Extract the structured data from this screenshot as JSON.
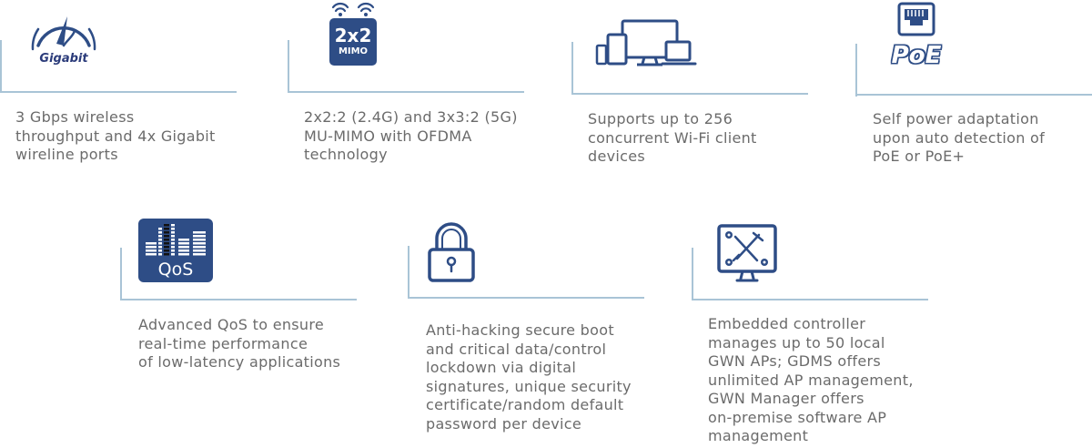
{
  "colors": {
    "icon_blue": "#2e4d86",
    "rule": "#a9c4d6",
    "text": "#6b6b6b",
    "background": "#ffffff"
  },
  "features": [
    {
      "icon": "gigabit-speedometer-icon",
      "icon_label": "Gigabit",
      "lines": [
        "3 Gbps wireless",
        "throughput and 4x Gigabit",
        "wireline ports"
      ]
    },
    {
      "icon": "mimo-wifi-icon",
      "icon_label": "2x2",
      "icon_sublabel": "MIMO",
      "lines": [
        "2x2:2 (2.4G) and 3x3:2 (5G)",
        "MU-MIMO with OFDMA",
        "technology"
      ]
    },
    {
      "icon": "devices-icon",
      "lines": [
        "Supports up to 256",
        "concurrent Wi-Fi client",
        "devices"
      ]
    },
    {
      "icon": "poe-ethernet-icon",
      "icon_label": "PoE",
      "lines": [
        "Self power adaptation",
        "upon auto detection of",
        "PoE or PoE+"
      ]
    },
    {
      "icon": "qos-equalizer-icon",
      "icon_label": "QoS",
      "lines": [
        "Advanced QoS to ensure",
        "real-time performance",
        "of low-latency applications"
      ]
    },
    {
      "icon": "padlock-icon",
      "lines": [
        "Anti-hacking secure boot",
        "and critical data/control",
        "lockdown via digital",
        "signatures, unique security",
        "certificate/random default",
        "password per device"
      ]
    },
    {
      "icon": "controller-monitor-tools-icon",
      "lines": [
        "Embedded controller",
        "manages up to 50 local",
        "GWN APs; GDMS offers",
        "unlimited AP management,",
        "GWN Manager offers",
        "on-premise software AP",
        "management"
      ]
    }
  ]
}
